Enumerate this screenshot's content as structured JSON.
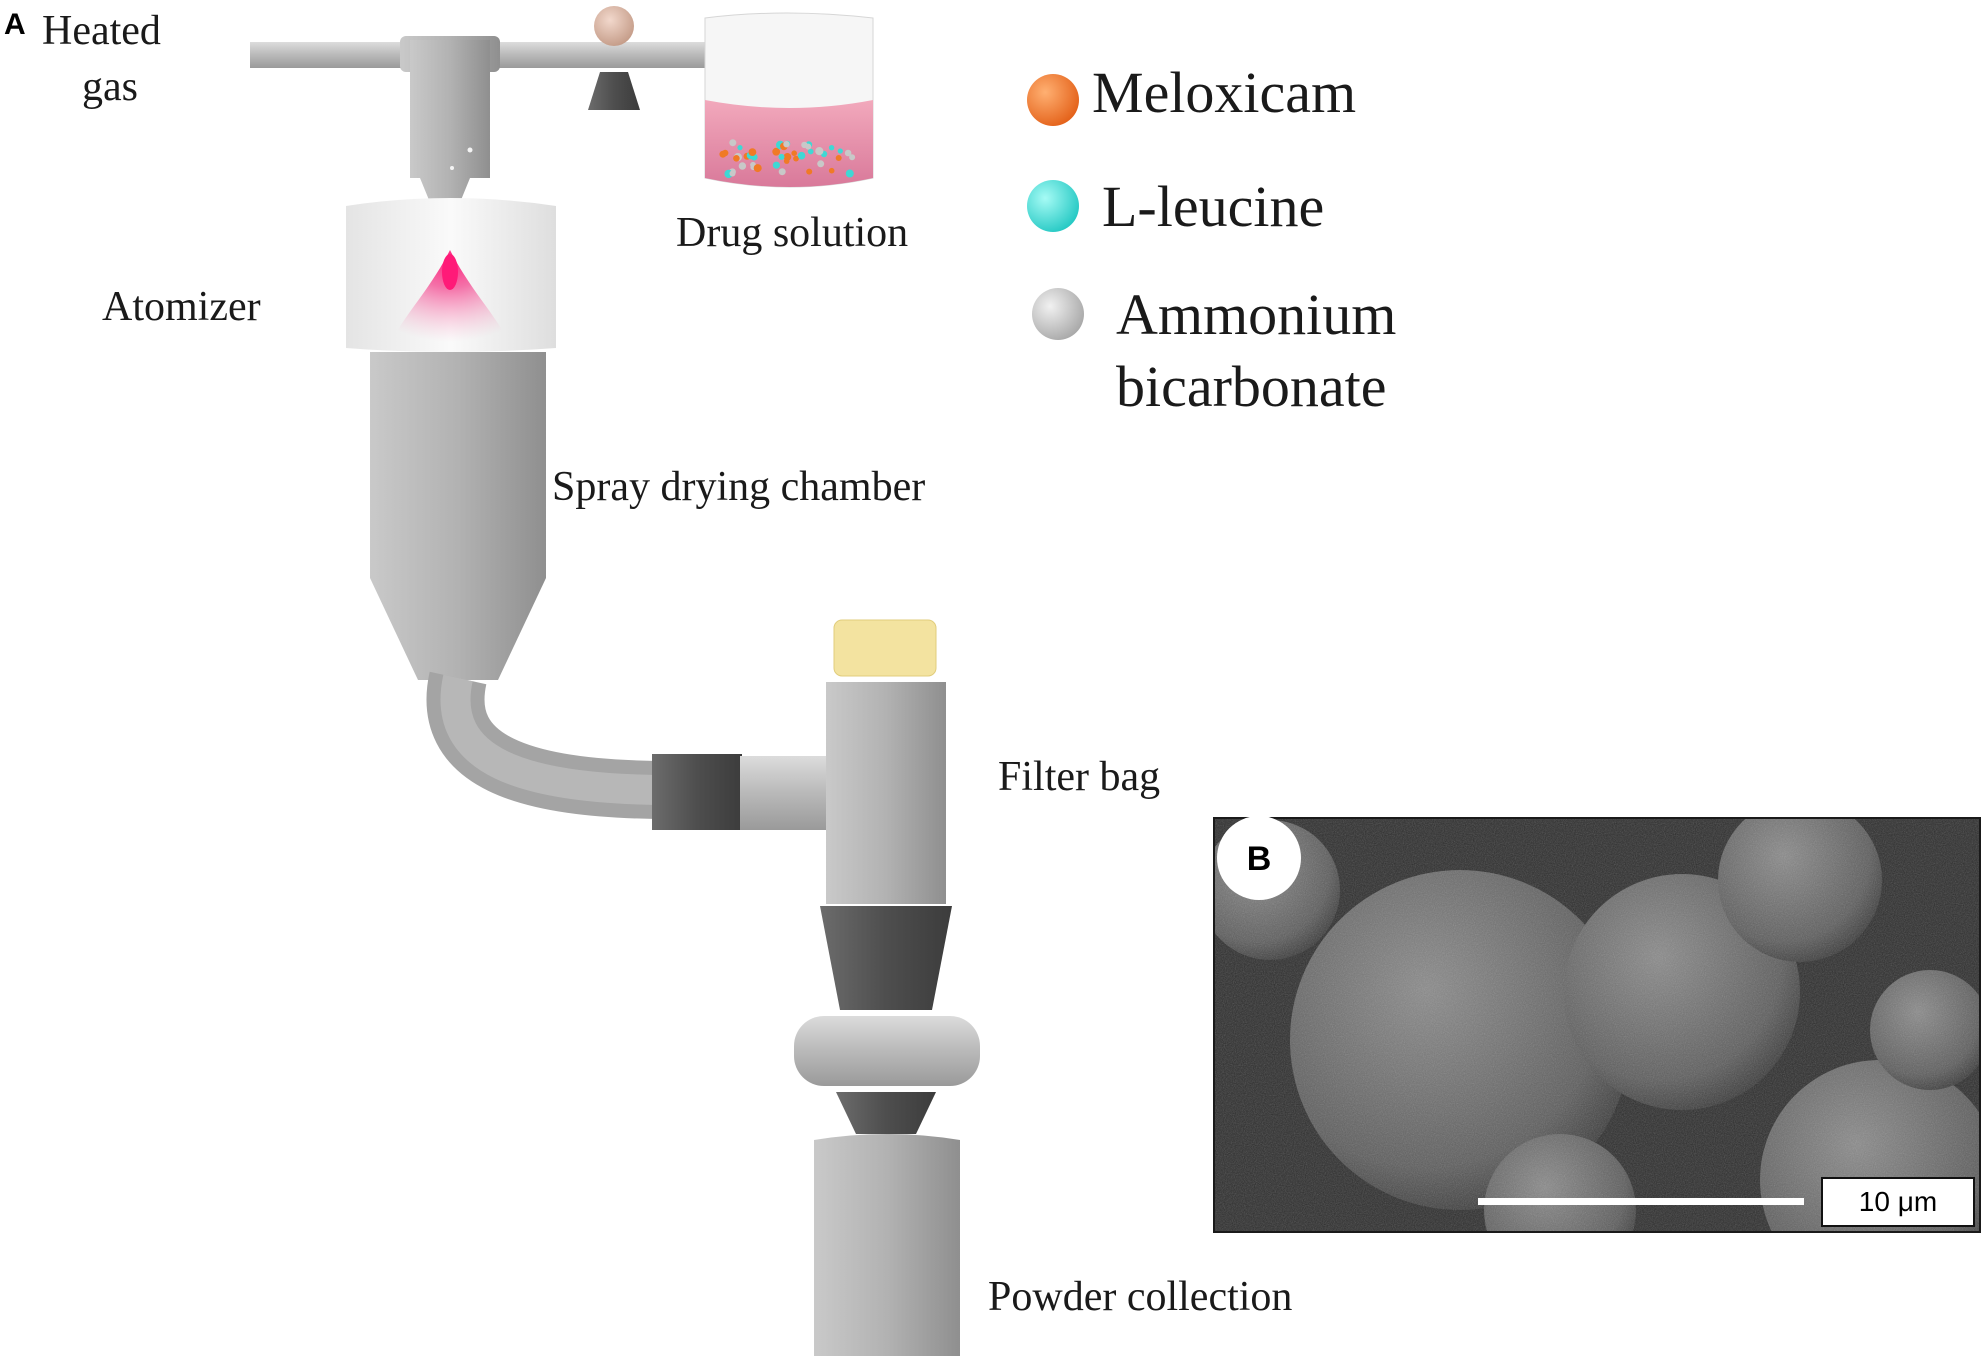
{
  "panels": {
    "a": "A",
    "b": "B"
  },
  "labels": {
    "heated_gas": [
      "Heated",
      "gas"
    ],
    "drug_solution": "Drug solution",
    "atomizer": "Atomizer",
    "spray_drying_chamber": "Spray drying chamber",
    "filter_bag": "Filter bag",
    "powder_collection": "Powder collection"
  },
  "legend": [
    {
      "lines": [
        "Meloxicam"
      ],
      "color": "#f07a26"
    },
    {
      "lines": [
        "L-leucine"
      ],
      "color": "#3fd8d4"
    },
    {
      "lines": [
        "Ammonium",
        "bicarbonate"
      ],
      "color": "#c8c8c8"
    }
  ],
  "sem": {
    "scale_label": "10 μm"
  },
  "colors": {
    "metal": "#a8a8a8",
    "metal_dark": "#5a5a5a",
    "solution": "#e58fa6",
    "spray": "#e8187a",
    "filter_cap": "#f1e09a"
  }
}
